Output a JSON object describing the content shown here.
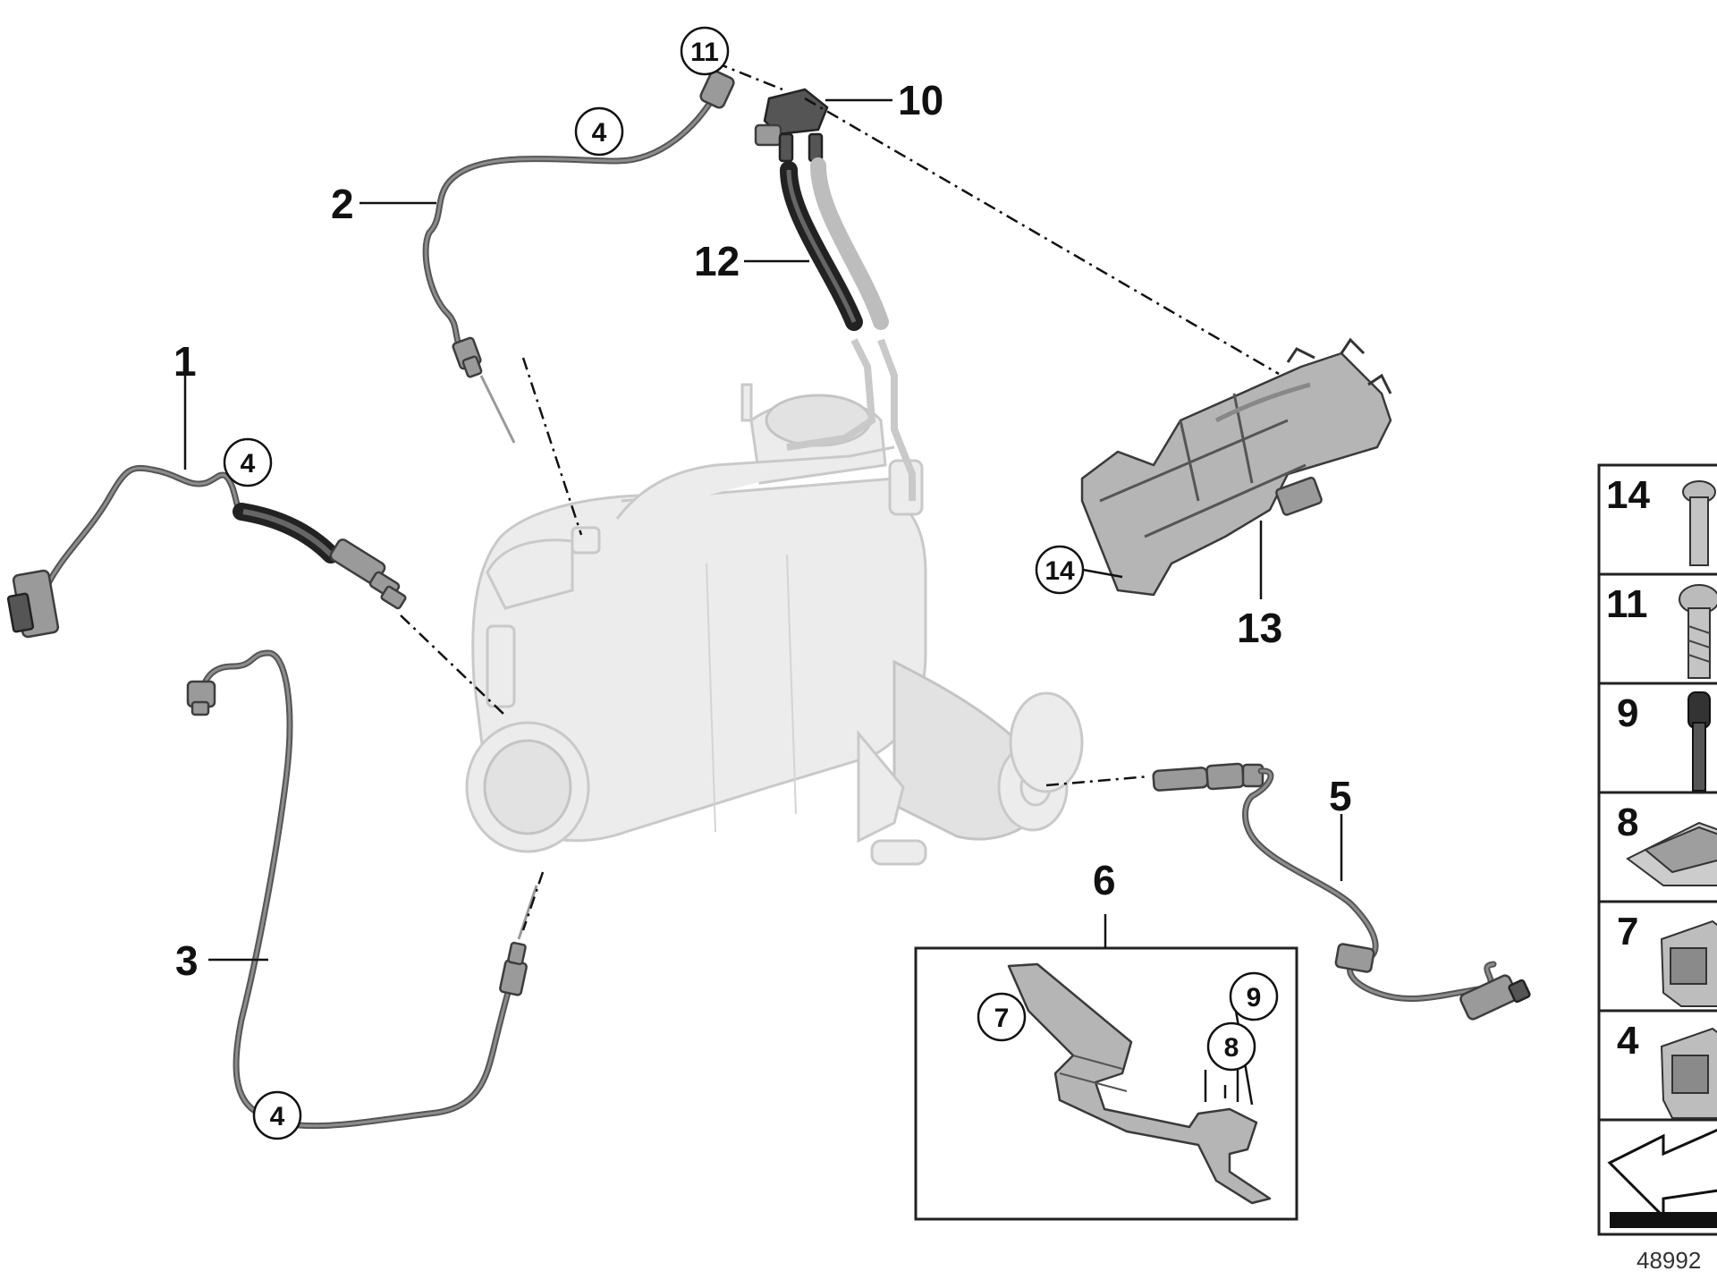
{
  "callouts": {
    "n1": "1",
    "n2": "2",
    "n3": "3",
    "n5": "5",
    "n6": "6",
    "n10": "10",
    "n12": "12",
    "n13": "13"
  },
  "circled": {
    "c4_top": "4",
    "c4_left": "4",
    "c4_bottom": "4",
    "c11": "11",
    "c14": "14",
    "c7": "7",
    "c8": "8",
    "c9": "9"
  },
  "side_panel": {
    "items": [
      "14",
      "11",
      "9",
      "8",
      "7",
      "4"
    ]
  },
  "reference_number": "48992"
}
